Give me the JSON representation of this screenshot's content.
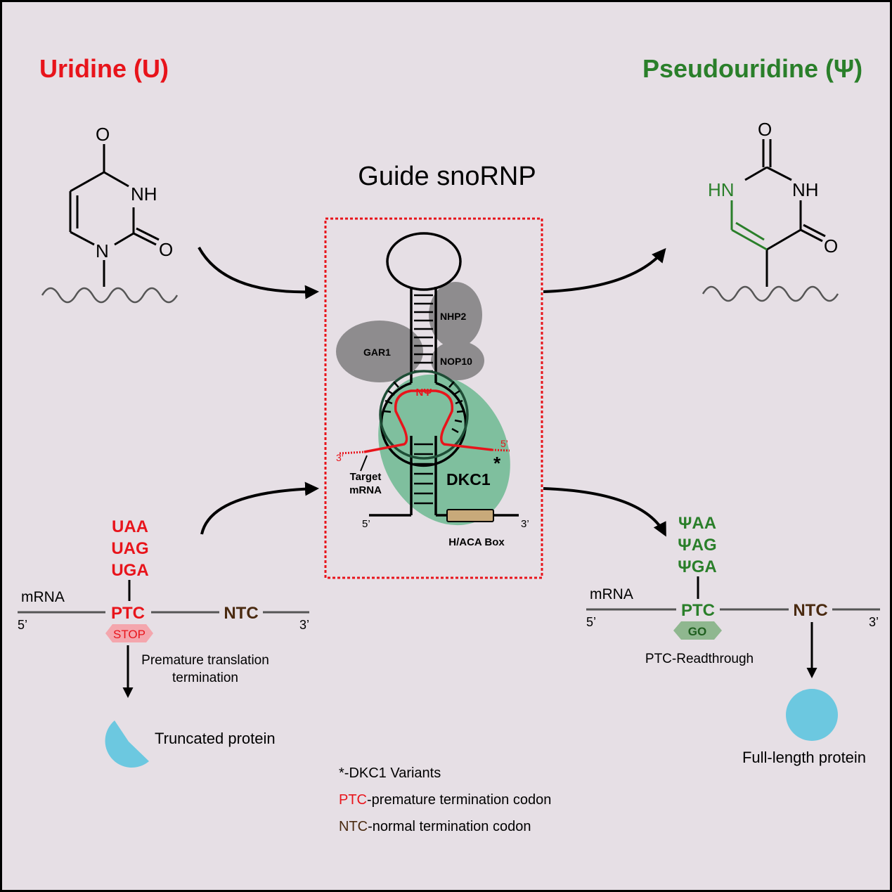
{
  "left": {
    "title": "Uridine (U)",
    "atoms": {
      "o_top": "O",
      "nh": "NH",
      "o_right": "O",
      "n": "N"
    },
    "codons": [
      "UAA",
      "UAG",
      "UGA"
    ],
    "mrna_label": "mRNA",
    "five_prime": "5’",
    "three_prime": "3’",
    "ptc": "PTC",
    "ntc": "NTC",
    "stop": "STOP",
    "outcome_line1": "Premature translation",
    "outcome_line2": "termination",
    "protein": "Truncated protein"
  },
  "center": {
    "title": "Guide snoRNP",
    "proteins": {
      "nhp2": "NHP2",
      "gar1": "GAR1",
      "nop10": "NOP10",
      "dkc1": "DKC1"
    },
    "psi_site": "NΨ",
    "target_line1": "Target",
    "target_line2": "mRNA",
    "three_prime_red": "3’",
    "five_prime_red": "5’",
    "asterisk": "*",
    "five_prime": "5’",
    "three_prime": "3’",
    "box": "H/ACA Box"
  },
  "right": {
    "title": "Pseudouridine (Ψ)",
    "atoms": {
      "o_top": "O",
      "hn": "HN",
      "nh": "NH",
      "o_right": "O"
    },
    "codons": [
      "ΨAA",
      "ΨAG",
      "ΨGA"
    ],
    "mrna_label": "mRNA",
    "five_prime": "5’",
    "three_prime": "3’",
    "ptc": "PTC",
    "ntc": "NTC",
    "go": "GO",
    "outcome": "PTC-Readthrough",
    "protein": "Full-length protein"
  },
  "legend": {
    "line1": "*-DKC1 Variants",
    "line2_key": "PTC",
    "line2_rest": "-premature termination codon",
    "line3_key": "NTC",
    "line3_rest": "-normal termination codon"
  },
  "colors": {
    "red": "#e8141b",
    "green": "#2a7f2a",
    "brown": "#4a2a10",
    "dkc1": "#7fbf9e",
    "grey_protein": "#8e8c8e",
    "protein_blue": "#6cc8e0",
    "box": "#c8a97a"
  }
}
